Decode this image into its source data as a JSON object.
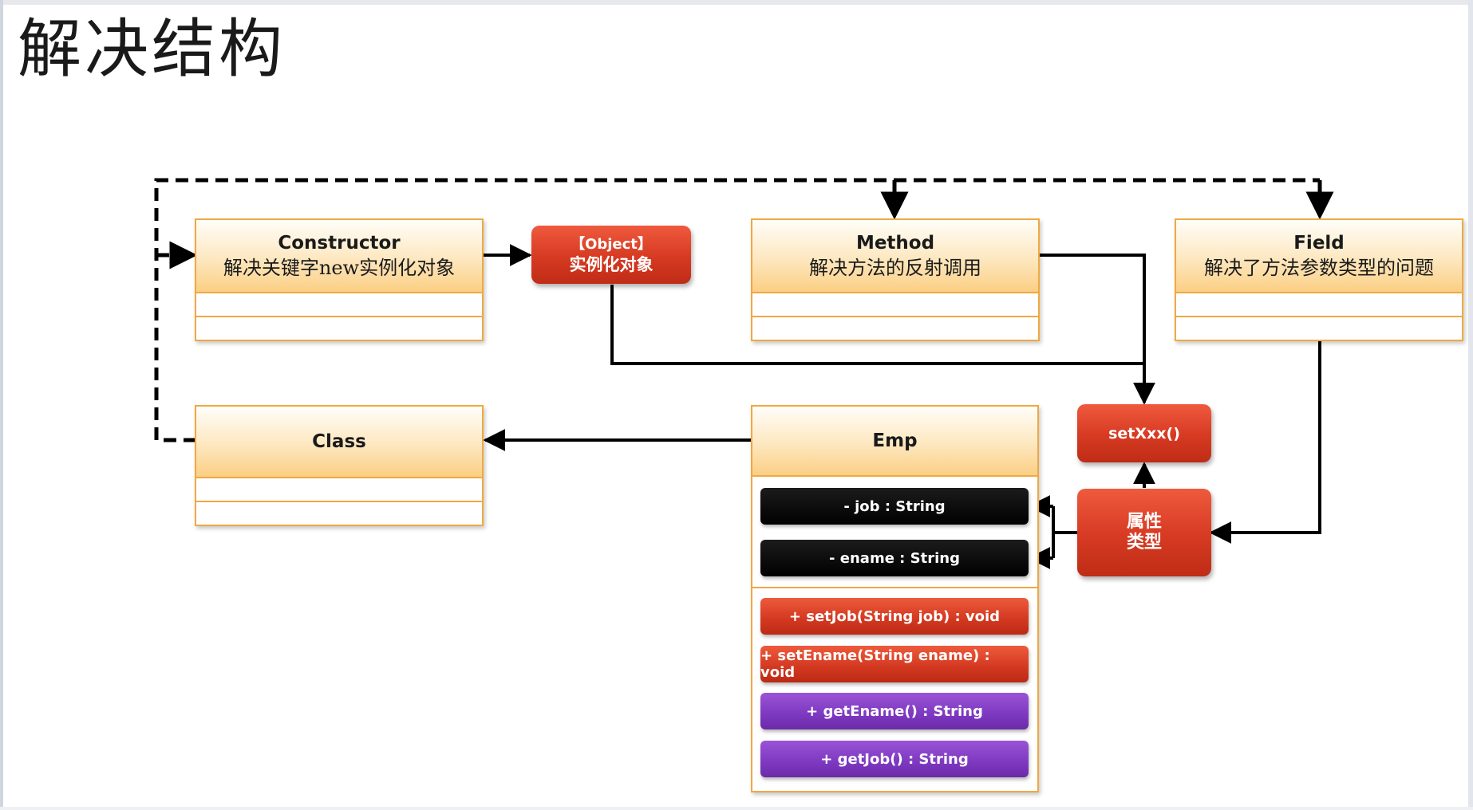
{
  "title": "解决结构",
  "colors": {
    "accent_border": "#f0a940",
    "box_red": "#d63a22",
    "field_black": "#000000",
    "getter_purple": "#7d38c0"
  },
  "boxes": {
    "constructor": {
      "title": "Constructor",
      "subtitle": "解决关键字new实例化对象"
    },
    "method": {
      "title": "Method",
      "subtitle": "解决方法的反射调用"
    },
    "field": {
      "title": "Field",
      "subtitle": "解决了方法参数类型的问题"
    },
    "class": {
      "title": "Class"
    },
    "emp": {
      "title": "Emp"
    }
  },
  "object_box": {
    "line1": "【Object】",
    "line2": "实例化对象"
  },
  "setxxx_box": {
    "label": "setXxx()"
  },
  "prop_type_box": {
    "line1": "属性",
    "line2": "类型"
  },
  "emp_fields": [
    "- job : String",
    "- ename : String"
  ],
  "emp_methods": [
    "+ setJob(String job) : void",
    "+ setEname(String ename) : void",
    "+ getEname() : String",
    "+ getJob() : String"
  ]
}
